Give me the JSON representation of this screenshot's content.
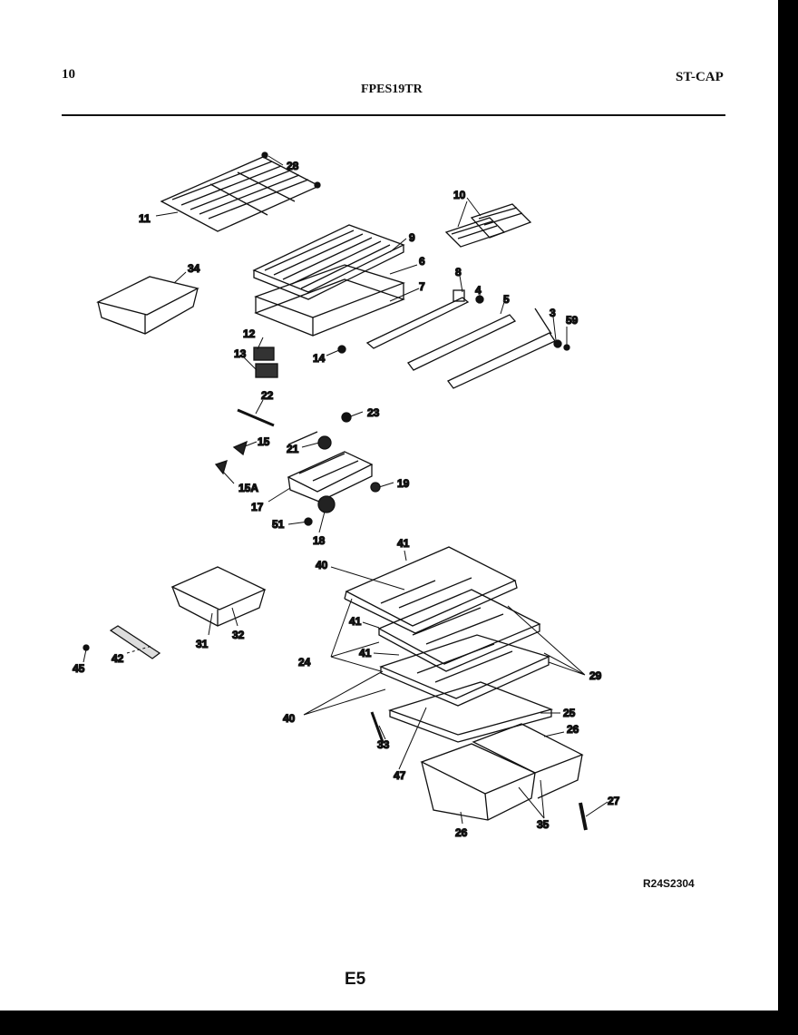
{
  "header": {
    "page_number": "10",
    "model": "FPES19TR",
    "section": "ST-CAP"
  },
  "footer": {
    "diagram_ref": "R24S2304",
    "page_code": "E5"
  },
  "callouts": {
    "c11": "11",
    "c28": "28",
    "c10": "10",
    "c34": "34",
    "c9": "9",
    "c6": "6",
    "c7": "7",
    "c8": "8",
    "c4": "4",
    "c5": "5",
    "c3": "3",
    "c59": "59",
    "c12": "12",
    "c13": "13",
    "c14": "14",
    "c22": "22",
    "c23": "23",
    "c15": "15",
    "c21": "21",
    "c15a": "15A",
    "c17": "17",
    "c19": "19",
    "c51": "51",
    "c18": "18",
    "c41a": "41",
    "c40a": "40",
    "c31": "31",
    "c32": "32",
    "c41b": "41",
    "c41c": "41",
    "c42": "42",
    "c45": "45",
    "c24": "24",
    "c29": "29",
    "c40b": "40",
    "c25": "25",
    "c26a": "26",
    "c33": "33",
    "c47": "47",
    "c27": "27",
    "c26b": "26",
    "c35": "35"
  }
}
